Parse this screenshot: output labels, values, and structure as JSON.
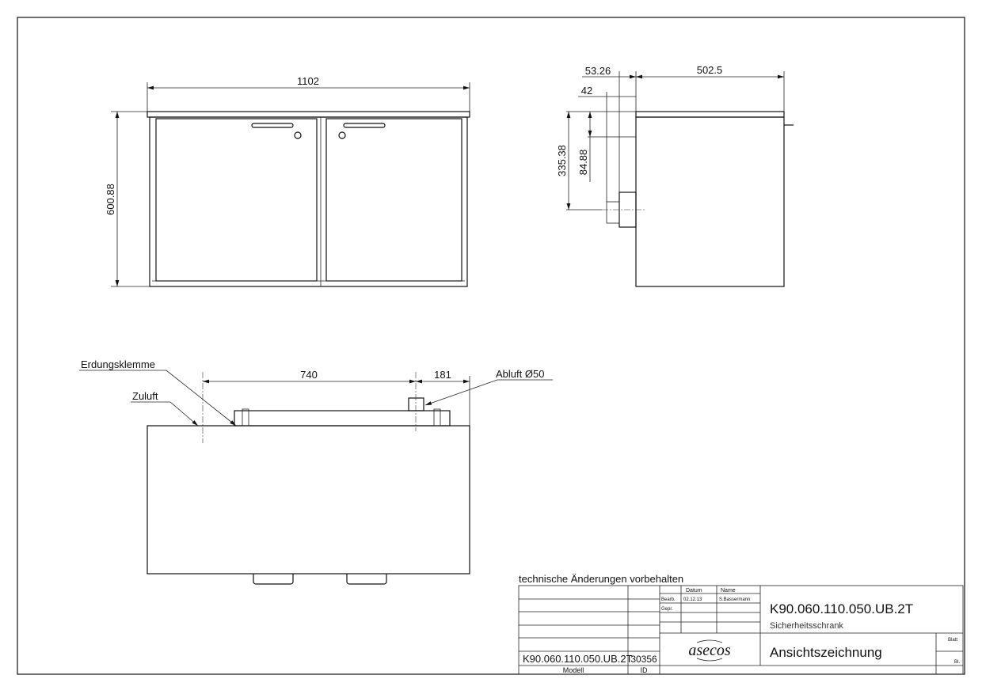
{
  "dimensions": {
    "front_width": "1102",
    "front_height": "600.88",
    "side_depth": "502.5",
    "side_offset_1": "53.26",
    "side_offset_2": "42",
    "side_height_1": "335.38",
    "side_height_2": "84.88",
    "top_distance_1": "740",
    "top_distance_2": "181"
  },
  "labels": {
    "ground_clamp": "Erdungsklemme",
    "air_inlet": "Zuluft",
    "air_outlet": "Abluft Ø50"
  },
  "title_block": {
    "note": "technische Änderungen vorbehalten",
    "model_value": "K90.060.110.050.UB.2T",
    "id_value": "30356",
    "model_label": "Modell",
    "id_label": "ID",
    "date_header": "Datum",
    "name_header": "Name",
    "edited_label": "Bearb.",
    "edited_date": "02.12.13",
    "edited_name": "S.Bassermann",
    "checked_label": "Gepr.",
    "logo": "asecos",
    "drawing_number": "K90.060.110.050.UB.2T",
    "product_name": "Sicherheitsschrank",
    "drawing_type": "Ansichtszeichnung",
    "sheet_label": "Blatt",
    "sheet_value": "Bl."
  }
}
